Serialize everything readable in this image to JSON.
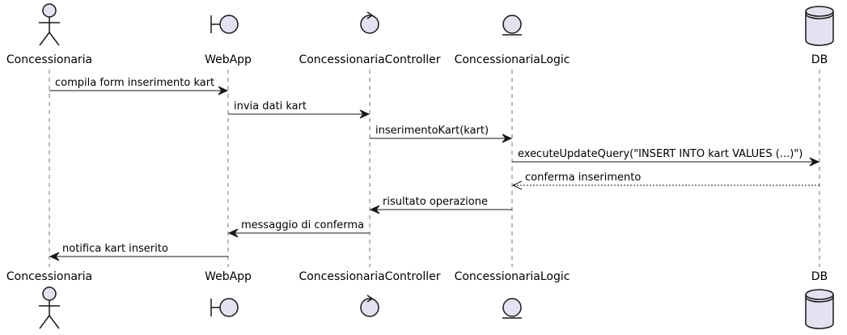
{
  "participants": [
    {
      "id": "concessionaria",
      "label": "Concessionaria",
      "kind": "actor",
      "icon": "actor-icon"
    },
    {
      "id": "webapp",
      "label": "WebApp",
      "kind": "boundary",
      "icon": "boundary-icon"
    },
    {
      "id": "controller",
      "label": "ConcessionariaController",
      "kind": "control",
      "icon": "control-icon"
    },
    {
      "id": "logic",
      "label": "ConcessionariaLogic",
      "kind": "entity",
      "icon": "entity-icon"
    },
    {
      "id": "db",
      "label": "DB",
      "kind": "database",
      "icon": "database-icon"
    }
  ],
  "messages": [
    {
      "from": "concessionaria",
      "to": "webapp",
      "label": "compila form inserimento kart",
      "style": "solid"
    },
    {
      "from": "webapp",
      "to": "controller",
      "label": "invia dati kart",
      "style": "solid"
    },
    {
      "from": "controller",
      "to": "logic",
      "label": "inserimentoKart(kart)",
      "style": "solid"
    },
    {
      "from": "logic",
      "to": "db",
      "label": "executeUpdateQuery(\"INSERT INTO kart VALUES (...)\")",
      "style": "solid"
    },
    {
      "from": "db",
      "to": "logic",
      "label": "conferma inserimento",
      "style": "dashed"
    },
    {
      "from": "logic",
      "to": "controller",
      "label": "risultato operazione",
      "style": "solid"
    },
    {
      "from": "controller",
      "to": "webapp",
      "label": "messaggio di conferma",
      "style": "solid"
    },
    {
      "from": "webapp",
      "to": "concessionaria",
      "label": "notifica kart inserito",
      "style": "solid"
    }
  ],
  "colors": {
    "participant_fill": "#E2E2F0",
    "stroke": "#181818",
    "background": "#FFFFFF"
  }
}
